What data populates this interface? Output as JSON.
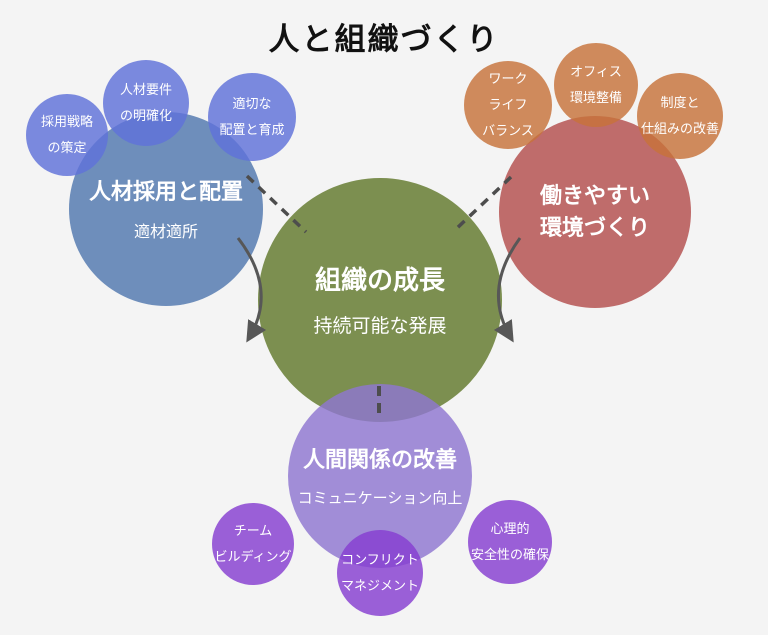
{
  "title": "人と組織づくり",
  "palette": {
    "background": "#f4f4f4",
    "center_green": "#7e9254",
    "recruitment_blue": "#7191bc",
    "recruitment_satellite_blue": "#7d8bde",
    "environment_red": "#c06f6e",
    "environment_satellite_orange": "#d08d5f",
    "relationship_purple": "#a38fd8",
    "relationship_satellite_purple": "#9c63d6",
    "connector_gray": "#4d4d4d",
    "text_on_circle": "#ffffff",
    "title_text": "#111111"
  },
  "center": {
    "title": "組織の成長",
    "subtitle": "持続可能な発展"
  },
  "recruitment": {
    "title": "人材採用と配置",
    "subtitle": "適材適所",
    "satellites": [
      "採用戦略\nの策定",
      "人材要件\nの明確化",
      "適切な\n配置と育成"
    ]
  },
  "environment": {
    "title": "働きやすい\n環境づくり",
    "satellites": [
      "ワーク\nライフ\nバランス",
      "オフィス\n環境整備",
      "制度と\n仕組みの改善"
    ]
  },
  "relationship": {
    "title": "人間関係の改善",
    "subtitle": "コミュニケーション向上",
    "satellites": [
      "チーム\nビルディング",
      "コンフリクト\nマネジメント",
      "心理的\n安全性の確保"
    ]
  }
}
